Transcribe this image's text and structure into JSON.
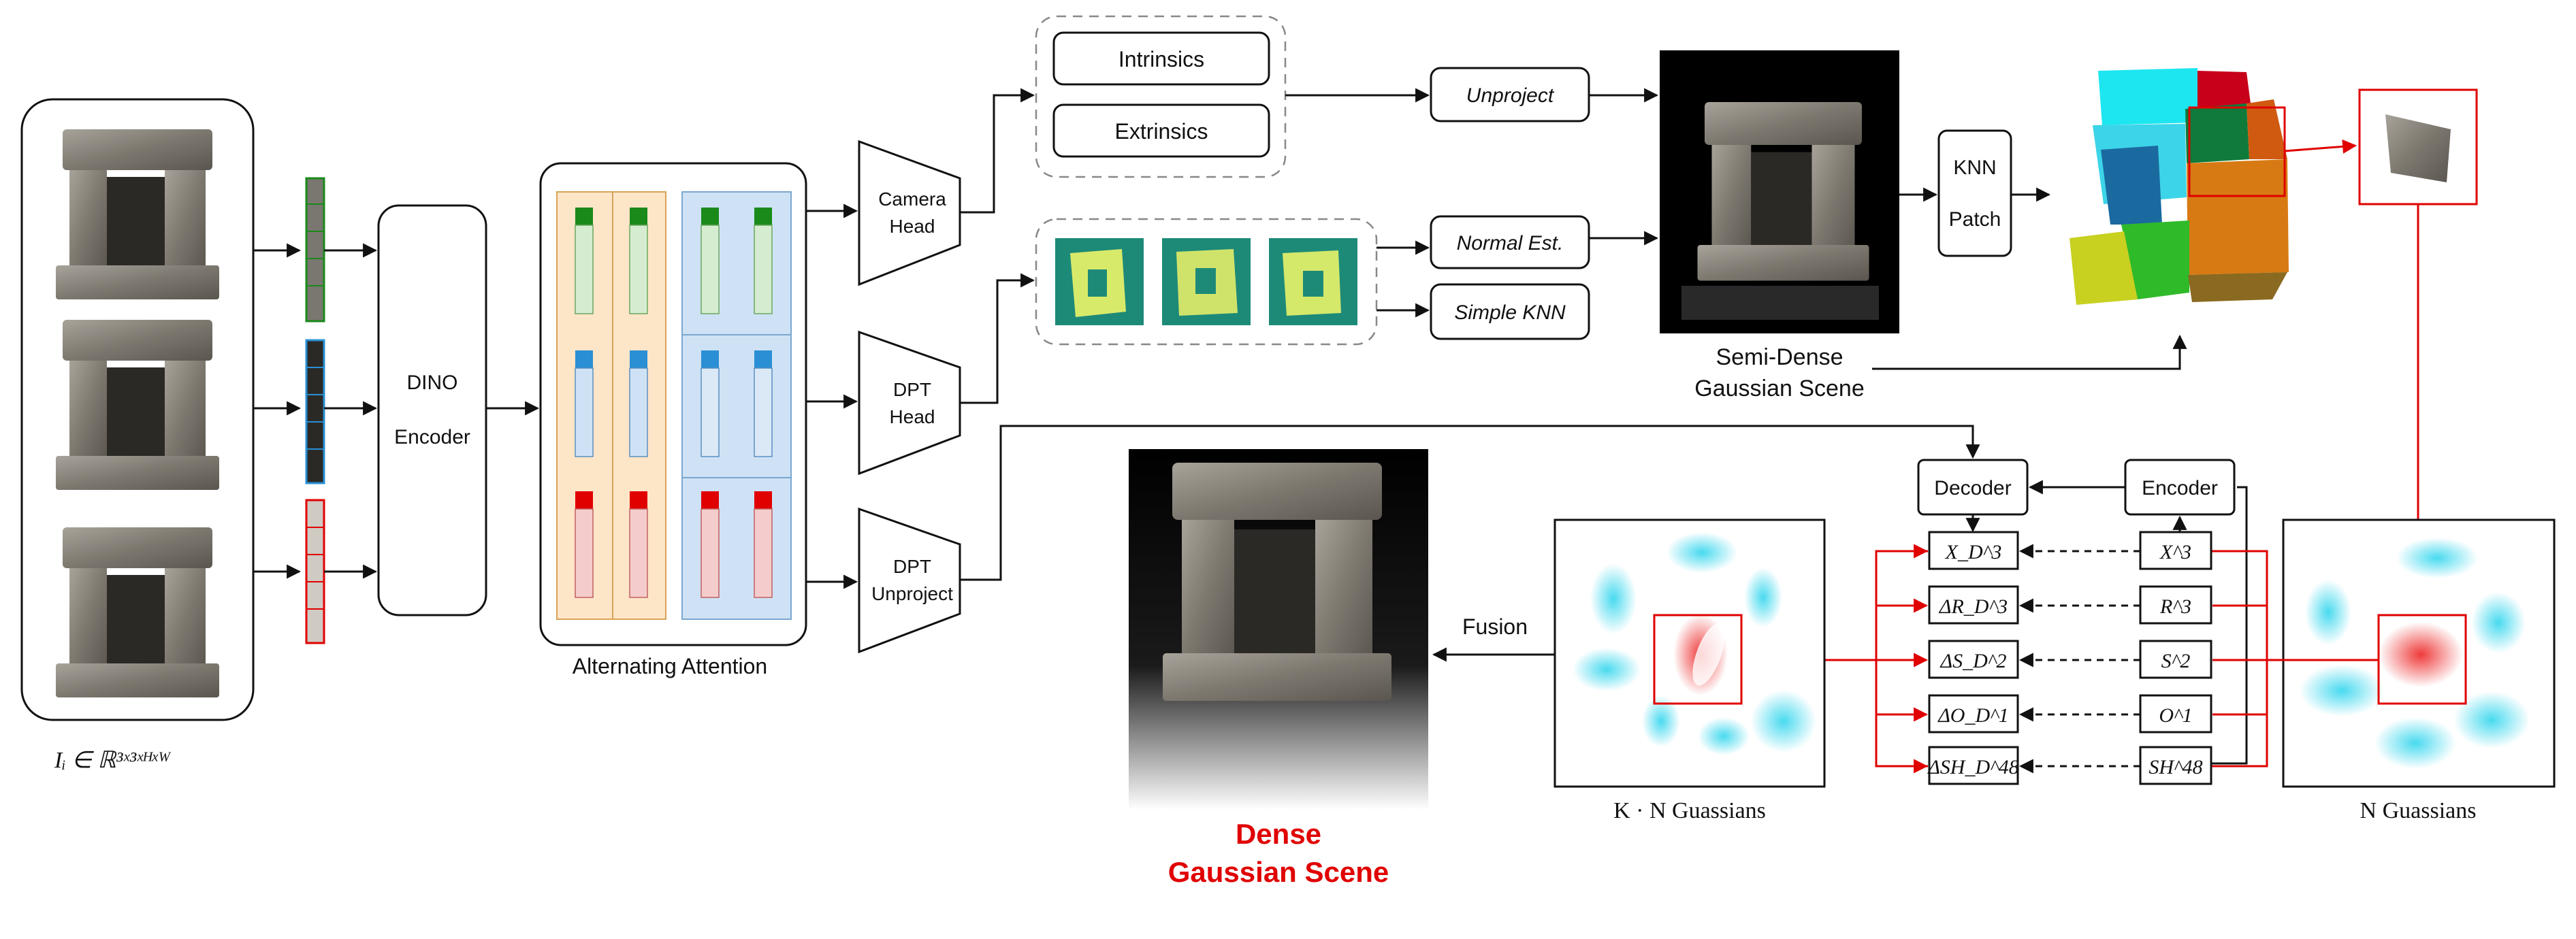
{
  "input_label": "Iᵢ ∈ ℝ³ˣ³ˣᴴˣᵂ",
  "encoder": {
    "line1": "DINO",
    "line2": "Encoder"
  },
  "attention_label": "Alternating Attention",
  "heads": {
    "camera": {
      "line1": "Camera",
      "line2": "Head"
    },
    "dpt": {
      "line1": "DPT",
      "line2": "Head"
    },
    "dpt_unproject": {
      "line1": "DPT",
      "line2": "Unproject"
    }
  },
  "camera_params": {
    "intrinsics": "Intrinsics",
    "extrinsics": "Extrinsics"
  },
  "ops": {
    "unproject": "Unproject",
    "normal_est": "Normal Est.",
    "simple_knn": "Simple KNN"
  },
  "semi_dense": {
    "line1": "Semi-Dense",
    "line2": "Gaussian Scene"
  },
  "knn_patch": {
    "line1": "KNN",
    "line2": "Patch"
  },
  "decoder_label": "Decoder",
  "encoder_label": "Encoder",
  "decoder_outputs": [
    "X_D^3",
    "ΔR_D^3",
    "ΔS_D^2",
    "ΔO_D^1",
    "ΔSH_D^48"
  ],
  "encoder_inputs": [
    "X^3",
    "R^3",
    "S^2",
    "O^1",
    "SH^48"
  ],
  "fusion_label": "Fusion",
  "kn_label": "K · N  Guassians",
  "n_label": "N  Guassians",
  "dense": {
    "line1": "Dense",
    "line2": "Gaussian Scene"
  },
  "colors": {
    "accent_red": "#e00000",
    "green": "#1a8a1a",
    "blue": "#2a8fd4",
    "red": "#e00000",
    "orange_bg": "#fde5c8",
    "blue_bg": "#cfe2f5"
  }
}
